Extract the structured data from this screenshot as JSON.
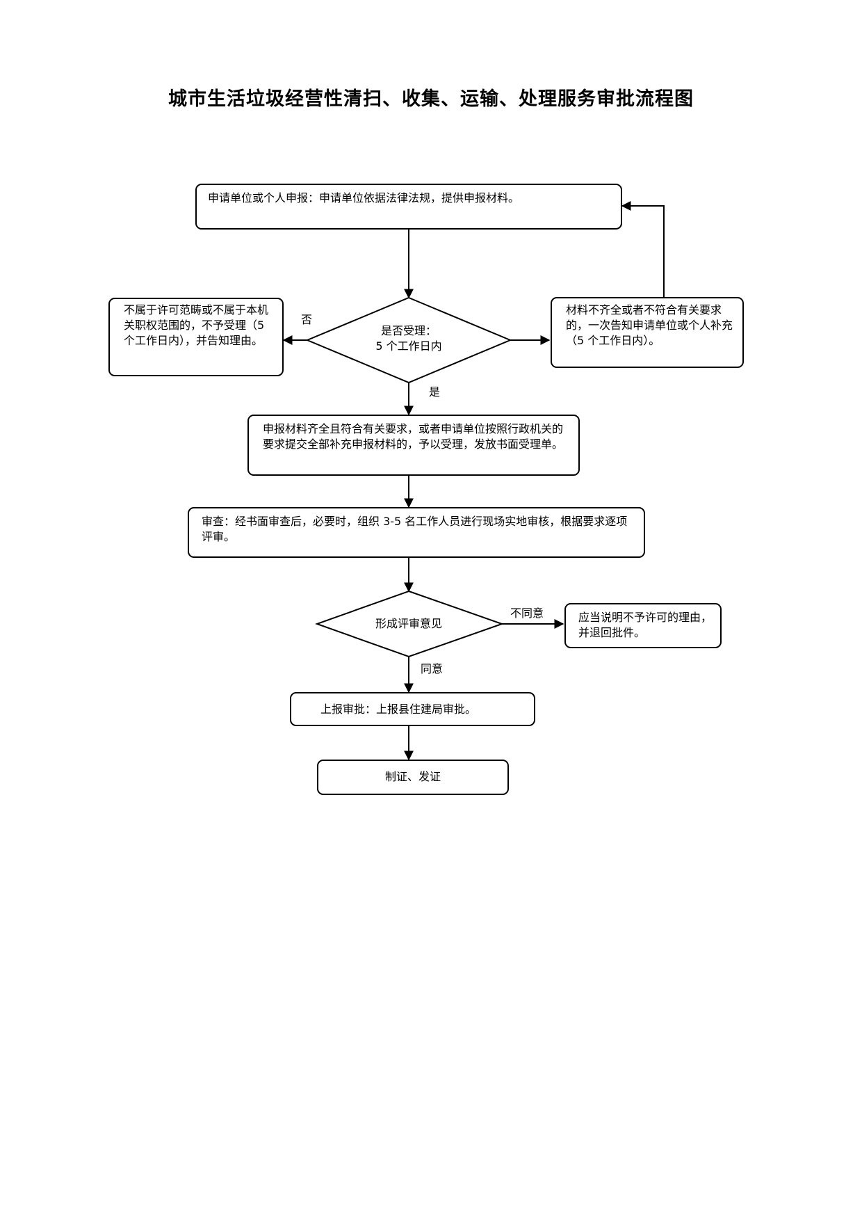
{
  "title": "城市生活垃圾经营性清扫、收集、运输、处理服务审批流程图",
  "nodes": {
    "apply": "申请单位或个人申报：申请单位依据法律法规，提供申报材料。",
    "accept_decision": [
      "是否受理：",
      "5 个工作日内"
    ],
    "reject": "不属于许可范畴或不属于本机关职权范围的，不予受理（5 个工作日内），并告知理由。",
    "supplement": "材料不齐全或者不符合有关要求的，一次告知申请单位或个人补充（5 个工作日内）。",
    "accepted": "申报材料齐全且符合有关要求，或者申请单位按照行政机关的要求提交全部补充申报材料的，予以受理，发放书面受理单。",
    "review": "审查：经书面审查后，必要时，组织 3-5 名工作人员进行现场实地审核，根据要求逐项评审。",
    "opinion_decision": "形成评审意见",
    "deny": "应当说明不予许可的理由，并退回批件。",
    "report": "上报审批：上报县住建局审批。",
    "issue": "制证、发证"
  },
  "edge_labels": {
    "no": "否",
    "yes": "是",
    "disagree": "不同意",
    "agree": "同意"
  }
}
